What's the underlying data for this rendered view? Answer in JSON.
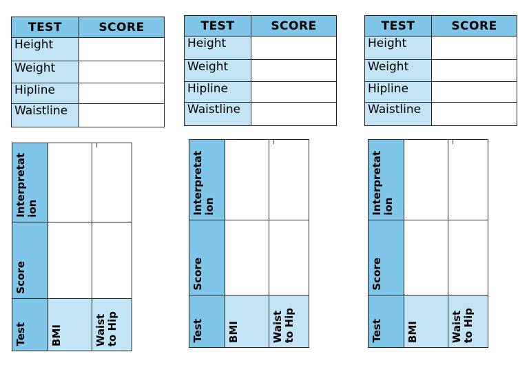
{
  "score_tables": {
    "header_test": "TEST",
    "header_score": "SCORE",
    "rows": [
      "Height",
      "Weight",
      "Hipline",
      "Waistline"
    ]
  },
  "rotated_tables": {
    "interpretation": "Interpretat\nion",
    "score": "Score",
    "test": "Test",
    "bmi": "BMI",
    "waist_to_hip": "Waist\nto Hip"
  },
  "colors": {
    "header_blue": "#7fc6e8",
    "label_light_blue": "#c3e4f4"
  }
}
